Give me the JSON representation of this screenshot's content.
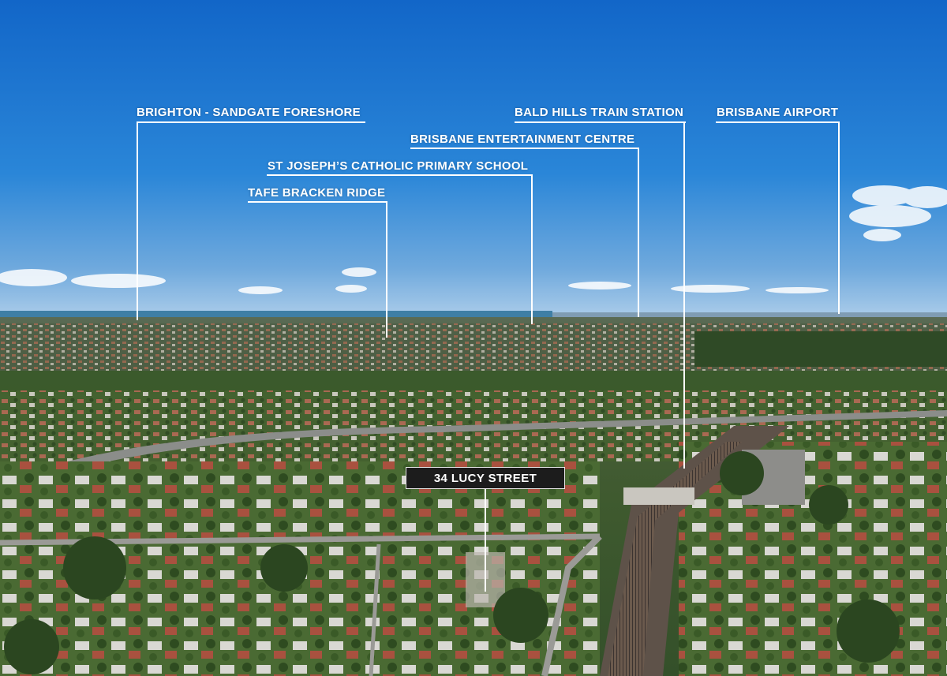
{
  "landmarks": [
    {
      "id": "brighton",
      "text": "BRIGHTON - SANDGATE FORESHORE"
    },
    {
      "id": "bald-hills",
      "text": "BALD HILLS TRAIN STATION"
    },
    {
      "id": "airport",
      "text": "BRISBANE AIRPORT"
    },
    {
      "id": "entertainment",
      "text": "BRISBANE ENTERTAINMENT CENTRE"
    },
    {
      "id": "st-josephs",
      "text": "ST JOSEPH’S CATHOLIC PRIMARY SCHOOL"
    },
    {
      "id": "tafe",
      "text": "TAFE BRACKEN RIDGE"
    }
  ],
  "property": {
    "label": "34 LUCY STREET"
  },
  "colors": {
    "sky_top": "#1266c8",
    "sky_horizon": "#a9cbe9",
    "sea": "#3f7fa6",
    "vegetation": "#3c5a2c",
    "roof_red": "#b8553f",
    "label_box": "#1c1c1c",
    "callout_line": "#ffffff"
  }
}
